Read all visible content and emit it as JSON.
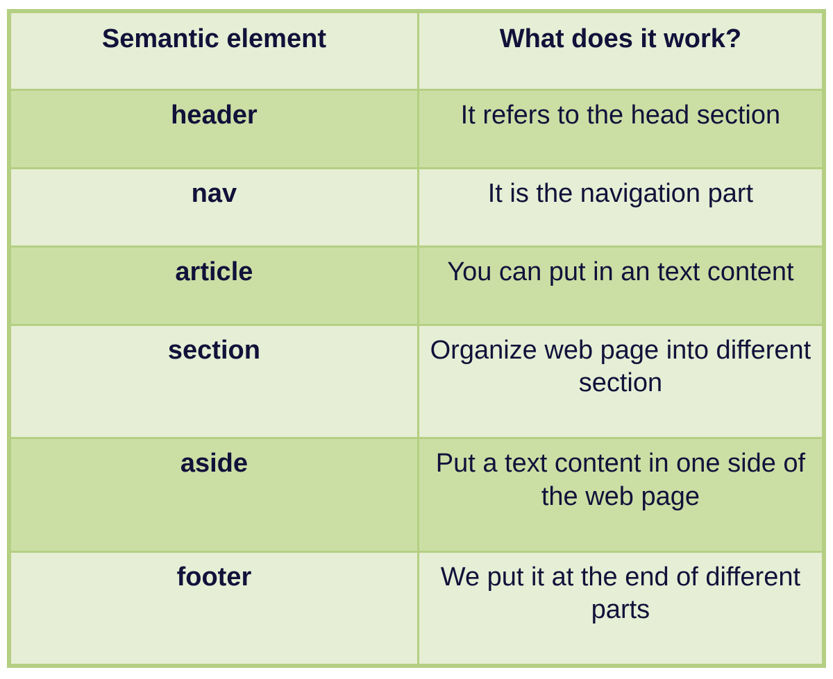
{
  "table": {
    "columns": [
      {
        "key": "element",
        "label": "Semantic element"
      },
      {
        "key": "description",
        "label": "What does it work?"
      }
    ],
    "rows": [
      {
        "element": "header",
        "description": "It refers to the head section"
      },
      {
        "element": "nav",
        "description": "It is the navigation part"
      },
      {
        "element": "article",
        "description": "You can put in an text content"
      },
      {
        "element": "section",
        "description": "Organize web page into different section"
      },
      {
        "element": "aside",
        "description": "Put a text content in one side of the web page"
      },
      {
        "element": "footer",
        "description": "We put it at the end of different parts"
      }
    ],
    "colors": {
      "row_light": "#e6eed5",
      "row_dark": "#cbdfa5",
      "border": "#b4cf82",
      "text": "#11113a",
      "page_background": "#ffffff"
    }
  }
}
